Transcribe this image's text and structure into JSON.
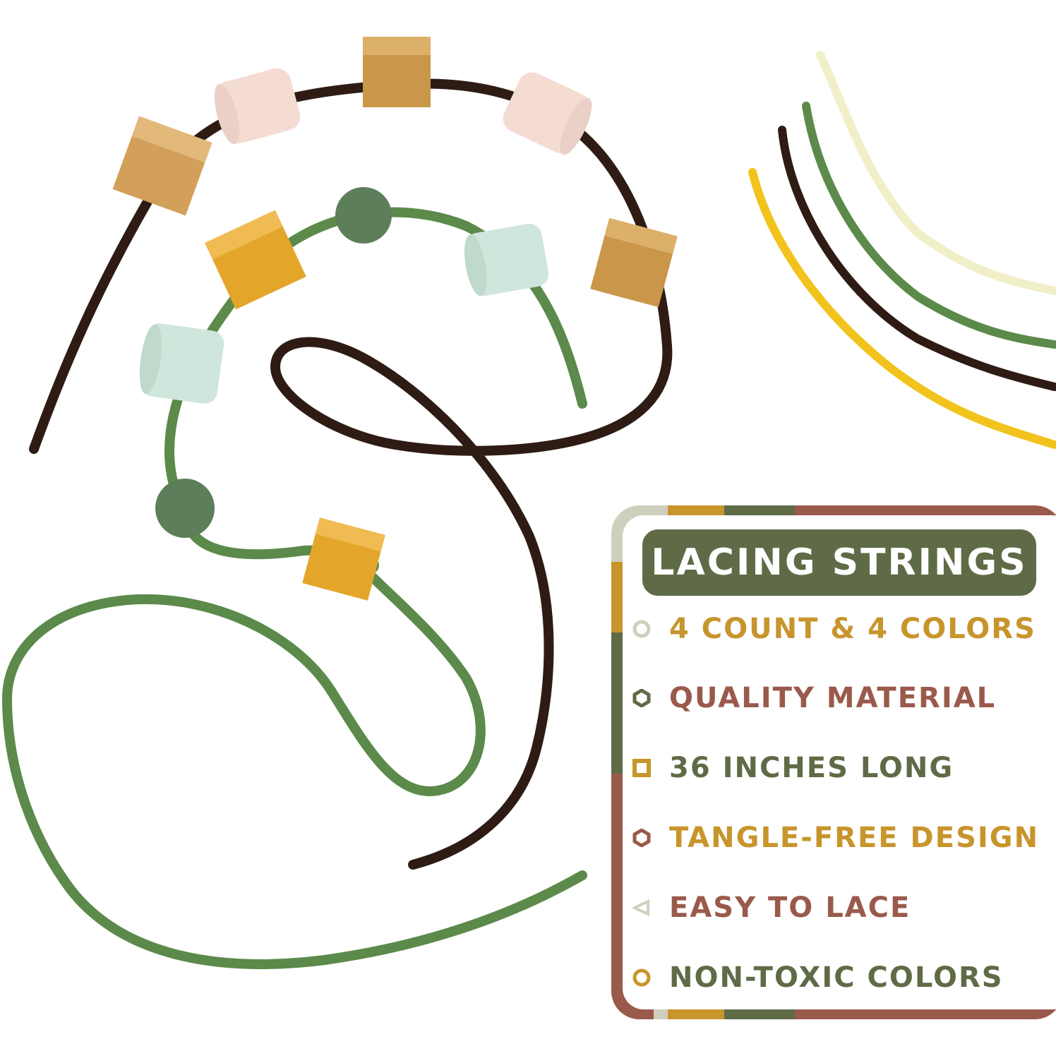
{
  "badge": {
    "title": "LACiNG STRiNGS",
    "features": [
      {
        "label": "4 COUNT & 4 COLORS",
        "icon": "circle-bullet-icon",
        "color": "#c8952c"
      },
      {
        "label": "QUALiTY MATERiAL",
        "icon": "hexagon-bullet-icon",
        "color": "#9a5a4b"
      },
      {
        "label": "36 iNCHES LONG",
        "icon": "square-bullet-icon",
        "color": "#5f6b46"
      },
      {
        "label": "TANGLE-FREE DESiGN",
        "icon": "hexagon-bullet-icon",
        "color": "#c8952c"
      },
      {
        "label": "EASY TO LACE",
        "icon": "triangle-bullet-icon",
        "color": "#9a5a4b"
      },
      {
        "label": "NON-TOXiC COLORS",
        "icon": "circle-bullet-icon",
        "color": "#5f6b46"
      }
    ]
  },
  "colors": {
    "olive": "#5f6b46",
    "mustard": "#c8952c",
    "terracotta": "#9a5a4b",
    "sage": "#cfcfbd",
    "string_green": "#5b8a4a",
    "string_brown": "#2e1c14",
    "string_yellow": "#f2c31c",
    "string_cream": "#f0efc8"
  }
}
